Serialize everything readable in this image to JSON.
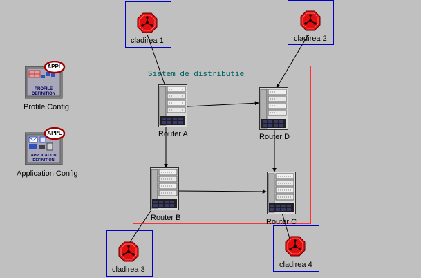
{
  "diagram": {
    "group": {
      "title": "Sistem de distributie"
    },
    "config_objects": [
      {
        "id": "profile",
        "badge": "APPL",
        "icon_text": [
          "PROFILE",
          "DEFINITION"
        ],
        "label": "Profile Config",
        "icon": "profile-definition-icon"
      },
      {
        "id": "application",
        "badge": "APPL",
        "icon_text": [
          "APPLICATION",
          "DEFINITION"
        ],
        "label": "Application Config",
        "icon": "application-definition-icon"
      }
    ],
    "routers": [
      {
        "id": "A",
        "label": "Router A"
      },
      {
        "id": "B",
        "label": "Router B"
      },
      {
        "id": "C",
        "label": "Router C"
      },
      {
        "id": "D",
        "label": "Router D"
      }
    ],
    "buildings": [
      {
        "id": "c1",
        "label": "cladirea 1"
      },
      {
        "id": "c2",
        "label": "cladirea 2"
      },
      {
        "id": "c3",
        "label": "cladirea 3"
      },
      {
        "id": "c4",
        "label": "cladirea 4"
      }
    ],
    "links": [
      {
        "from": "c1",
        "to": "A"
      },
      {
        "from": "c2",
        "to": "D"
      },
      {
        "from": "A",
        "to": "D"
      },
      {
        "from": "A",
        "to": "B"
      },
      {
        "from": "D",
        "to": "C"
      },
      {
        "from": "B",
        "to": "C"
      },
      {
        "from": "B",
        "to": "c3"
      },
      {
        "from": "C",
        "to": "c4"
      }
    ],
    "colors": {
      "background": "#c0c0c0",
      "group_border": "#ff3030",
      "building_border": "#0000c0",
      "building_node": "#e01010",
      "link": "#000000"
    }
  }
}
